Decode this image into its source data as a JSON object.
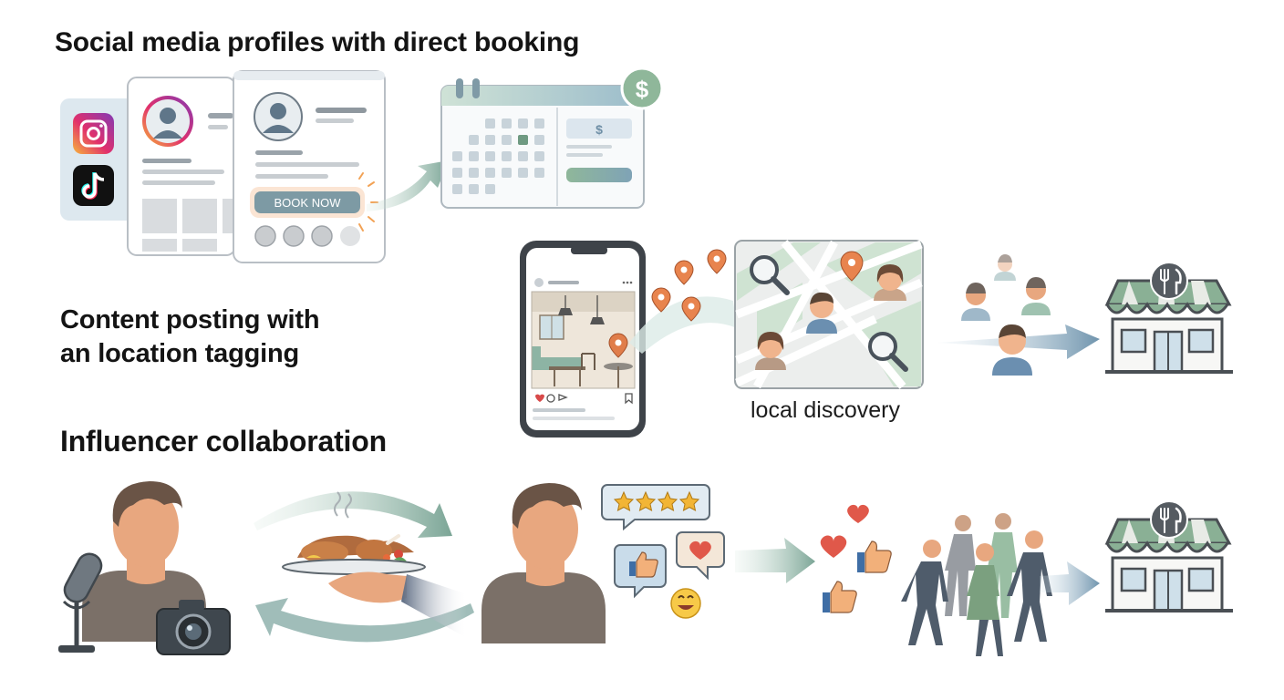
{
  "sections": {
    "social_booking": {
      "title": "Social media profiles with direct booking",
      "book_button": "BOOK NOW",
      "price_symbol": "$"
    },
    "location_tagging": {
      "title_line1": "Content posting with",
      "title_line2": "an location tagging",
      "caption": "local discovery"
    },
    "influencer": {
      "title": "Influencer collaboration"
    }
  },
  "icons": [
    "instagram-icon",
    "tiktok-icon",
    "dollar-icon",
    "map-pin-icon",
    "magnifier-icon",
    "restaurant-icon",
    "star-icon",
    "thumbs-up-icon",
    "heart-icon",
    "smile-icon",
    "camera-icon",
    "microphone-icon"
  ],
  "colors": {
    "accent_green": "#8fb79a",
    "arrow_blue": "#6f94ad",
    "pin_orange": "#e07d4a",
    "skin": "#e8a77f",
    "shirt": "#7b7068"
  }
}
